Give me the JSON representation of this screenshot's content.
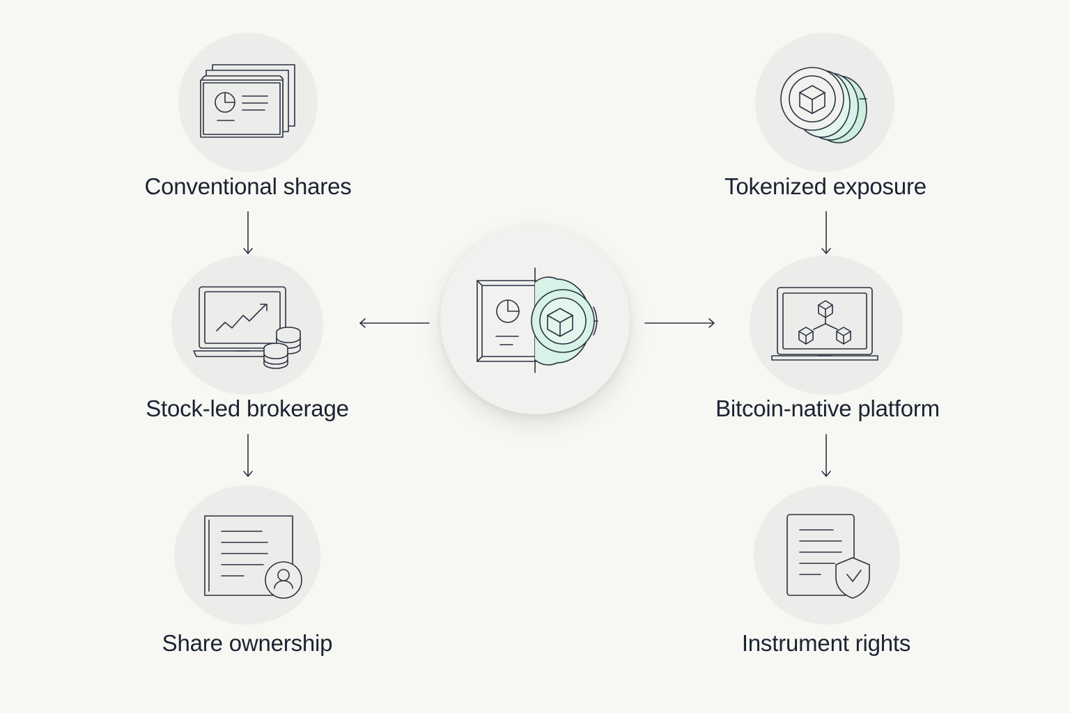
{
  "diagram": {
    "center": {
      "icon": "certificate-token-split-icon"
    },
    "left_branch": [
      {
        "label": "Conventional shares",
        "icon": "stacked-certificates-icon"
      },
      {
        "label": "Stock-led brokerage",
        "icon": "laptop-chart-coins-icon"
      },
      {
        "label": "Share ownership",
        "icon": "certificate-user-icon"
      }
    ],
    "right_branch": [
      {
        "label": "Tokenized exposure",
        "icon": "stacked-tokens-icon"
      },
      {
        "label": "Bitcoin-native platform",
        "icon": "laptop-blockchain-icon"
      },
      {
        "label": "Instrument rights",
        "icon": "document-shield-icon"
      }
    ],
    "colors": {
      "background": "#f7f7f3",
      "circle": "#ececea",
      "accent": "#d7f2e6",
      "line": "#2a3140",
      "text": "#1b2332"
    }
  }
}
